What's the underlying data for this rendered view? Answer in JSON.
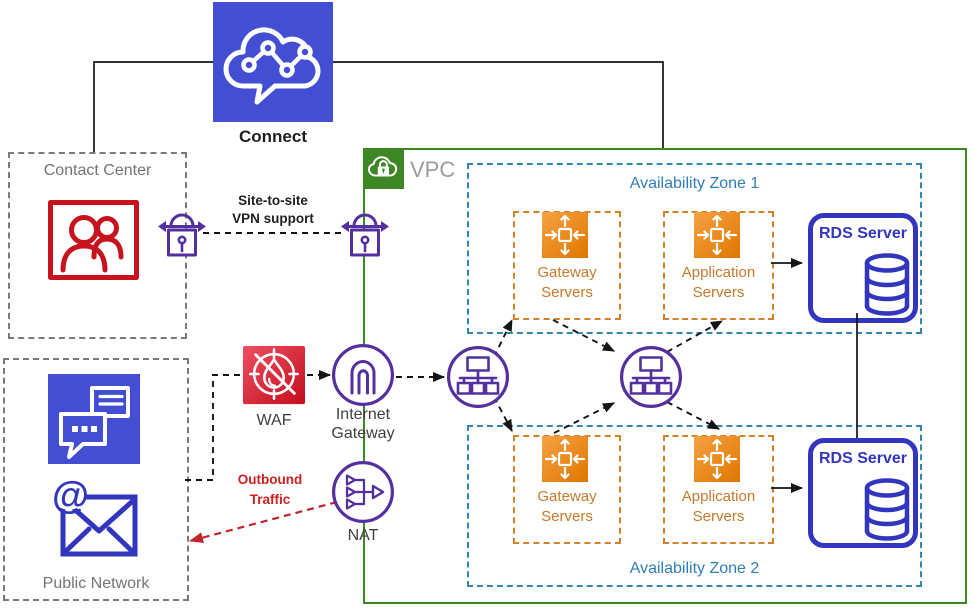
{
  "colors": {
    "connect_blue": "#434ED2",
    "contact_red": "#C7131E",
    "purple": "#53309E",
    "orange_1": "#F5A243",
    "orange_2": "#E07600",
    "orange_text": "#C6792A",
    "orange_border": "#D4822A",
    "green": "#3F8624",
    "az_border": "#3187B4",
    "az_text": "#2E7EB8",
    "rds_blue": "#3236BE",
    "waf_red_1": "#EE5060",
    "waf_red_2": "#C30E1F",
    "gray_text": "#73737B",
    "vpc_text": "#9C9CA0",
    "dark_text": "#1F1F1F",
    "label_text": "#3F3F3F",
    "red_text": "#CE1E1E",
    "red_arrow": "#C4232B",
    "line_black": "#141414",
    "dash_gray": "#7A7A7A"
  },
  "nodes": {
    "connect": {
      "label": "Connect"
    },
    "contact_center": {
      "label": "Contact Center"
    },
    "vpn_link": {
      "label": "Site-to-site VPN support"
    },
    "waf": {
      "label": "WAF"
    },
    "internet_gateway": {
      "label": "Internet Gateway"
    },
    "nat": {
      "label": "NAT"
    },
    "outbound": {
      "label": "Outbound Traffic"
    },
    "public_network": {
      "label": "Public Network"
    },
    "vpc": {
      "label": "VPC"
    },
    "az1": {
      "label": "Availability Zone 1",
      "gateway": "Gateway Servers",
      "application": "Application Servers",
      "rds": "RDS Server"
    },
    "az2": {
      "label": "Availability Zone 2",
      "gateway": "Gateway Servers",
      "application": "Application Servers",
      "rds": "RDS Server"
    }
  },
  "icons": {
    "at_symbol": "@"
  }
}
